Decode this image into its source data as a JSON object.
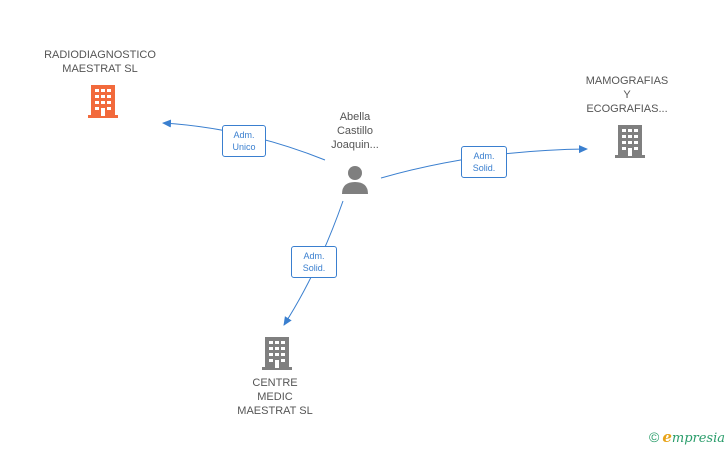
{
  "colors": {
    "edge": "#3a7fcf",
    "company_highlight": "#f26a3c",
    "company_default": "#7f7f7f",
    "person": "#7f7f7f",
    "text": "#555555"
  },
  "nodes": {
    "radiodiagnostico": {
      "lines": [
        "RADIODIAGNOSTICO",
        "MAESTRAT SL"
      ],
      "icon": "building-icon"
    },
    "person": {
      "lines": [
        "Abella",
        "Castillo",
        "Joaquin..."
      ],
      "icon": "person-icon"
    },
    "mamografias": {
      "lines": [
        "MAMOGRAFIAS",
        "Y",
        "ECOGRAFIAS..."
      ],
      "icon": "building-icon"
    },
    "centre": {
      "lines": [
        "CENTRE",
        "MEDIC",
        "MAESTRAT SL"
      ],
      "icon": "building-icon"
    }
  },
  "edges": {
    "to_radiodiagnostico": {
      "lines": [
        "Adm.",
        "Unico"
      ]
    },
    "to_mamografias": {
      "lines": [
        "Adm.",
        "Solid."
      ]
    },
    "to_centre": {
      "lines": [
        "Adm.",
        "Solid."
      ]
    }
  },
  "watermark": {
    "copyright": "©",
    "brand_first": "e",
    "brand_rest": "mpresia"
  }
}
